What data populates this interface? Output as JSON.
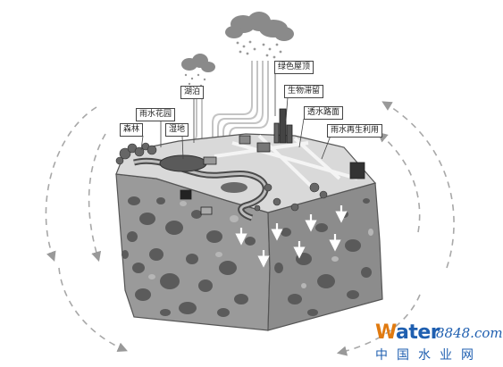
{
  "labels": {
    "lake": "湖泊",
    "rain_garden": "雨水花园",
    "forest": "森林",
    "wetland": "湿地",
    "green_roof": "绿色屋顶",
    "bioretention": "生物滞留",
    "permeable_pavement": "透水路面",
    "rainwater_reuse": "雨水再生利用"
  },
  "watermark": {
    "brand_prefix": "W",
    "brand_rest": "ater",
    "brand_number": "8848.com",
    "brand_cn": "中国水业网"
  }
}
